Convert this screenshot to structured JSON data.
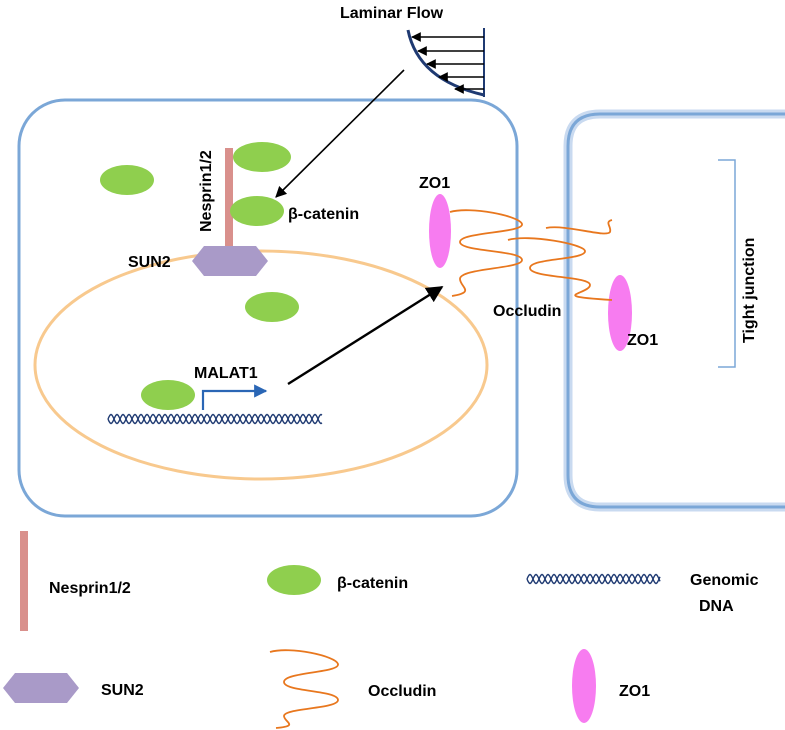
{
  "labels": {
    "laminar_flow": "Laminar Flow",
    "nesprin": "Nesprin1/2",
    "beta_catenin": "β-catenin",
    "sun2": "SUN2",
    "malat1": "MALAT1",
    "zo1_left": "ZO1",
    "zo1_right": "ZO1",
    "occludin": "Occludin",
    "tight_junction": "Tight junction"
  },
  "legend": {
    "nesprin": "Nesprin1/2",
    "beta_catenin": "β-catenin",
    "genomic_dna_line1": "Genomic",
    "genomic_dna_line2": "DNA",
    "sun2": "SUN2",
    "occludin": "Occludin",
    "zo1": "ZO1"
  },
  "colors": {
    "cell_membrane": "#7ba7d7",
    "nucleus": "#f8c98e",
    "beta_catenin": "#8fcf4e",
    "nesprin": "#d9908c",
    "sun2": "#a99ac8",
    "zo1": "#f77cf0",
    "occludin": "#e8771e",
    "dna": "#1f3a72",
    "promoter_arrow": "#2a66b5",
    "flow_curve": "#1f3a72"
  }
}
